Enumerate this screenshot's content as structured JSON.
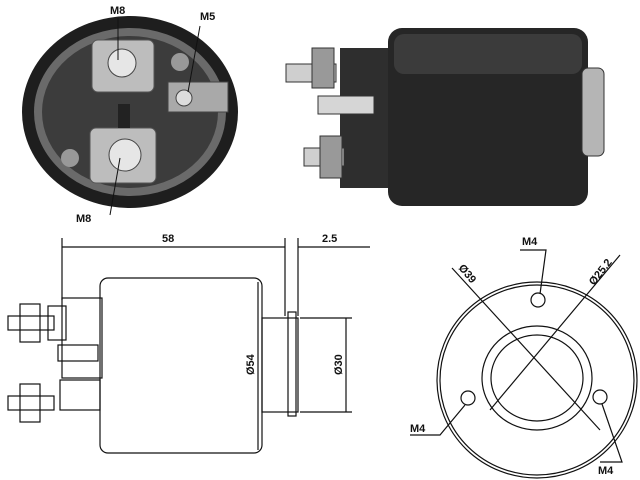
{
  "photo_end_view": {
    "labels": {
      "terminal_top": "M8",
      "terminal_small": "M5",
      "terminal_bottom": "M8"
    }
  },
  "drawing_side_view": {
    "dims": {
      "length": "58",
      "offset": "2.5",
      "body_diameter": "Ø54",
      "nose_diameter": "Ø30"
    }
  },
  "drawing_end_view": {
    "dims": {
      "bolt_circle": "Ø39",
      "bore": "Ø25.2",
      "hole_top": "M4",
      "hole_left": "M4",
      "hole_right": "M4"
    }
  },
  "colors": {
    "ink": "#111111",
    "body_dark": "#2a2a2a",
    "metal": "#c8c8c8"
  }
}
